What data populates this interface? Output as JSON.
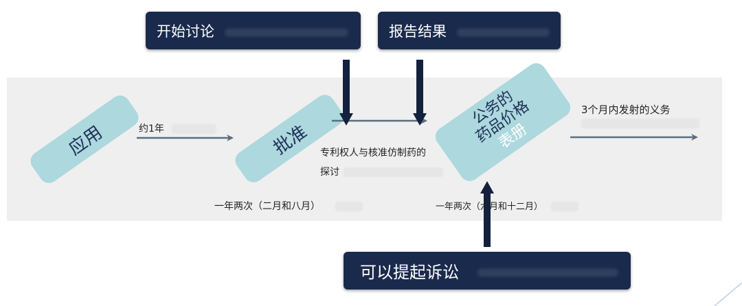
{
  "callouts": {
    "start_discussion": "开始讨论",
    "report_results": "报告结果",
    "litigation": "可以提起诉讼"
  },
  "stages": {
    "application": "应用",
    "approval": "批准",
    "pricing_line1": "公务的",
    "pricing_line2": "药品价格",
    "pricing_line3": "表册"
  },
  "labels": {
    "about_one_year": "约1年",
    "discussion_line1": "专利权人与核准仿制药的",
    "discussion_line2": "探讨",
    "twice_feb_aug": "一年两次（二月和八月）",
    "twice_jun_dec": "一年两次（六月和十二月）",
    "obligation": "3个月内发射的义务"
  },
  "colors": {
    "navy": "#1a2a4c",
    "pill": "#acd8de",
    "band": "#efefef",
    "arrow_gray": "#5a6e80",
    "arrow_dark": "#14213d"
  }
}
